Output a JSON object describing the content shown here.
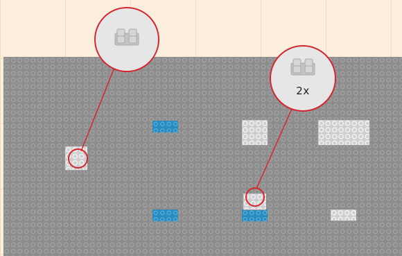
{
  "callouts": [
    {
      "id": "plate-2x1-left",
      "quantity_label": ""
    },
    {
      "id": "plate-2x1-right",
      "quantity_label": "2x"
    }
  ],
  "colors": {
    "baseplate": "#8d8d8d",
    "blue_brick": "#2a8bc0",
    "light_brick": "#cfcfcf",
    "callout_line": "#d32630",
    "background": "#fbeedc"
  }
}
